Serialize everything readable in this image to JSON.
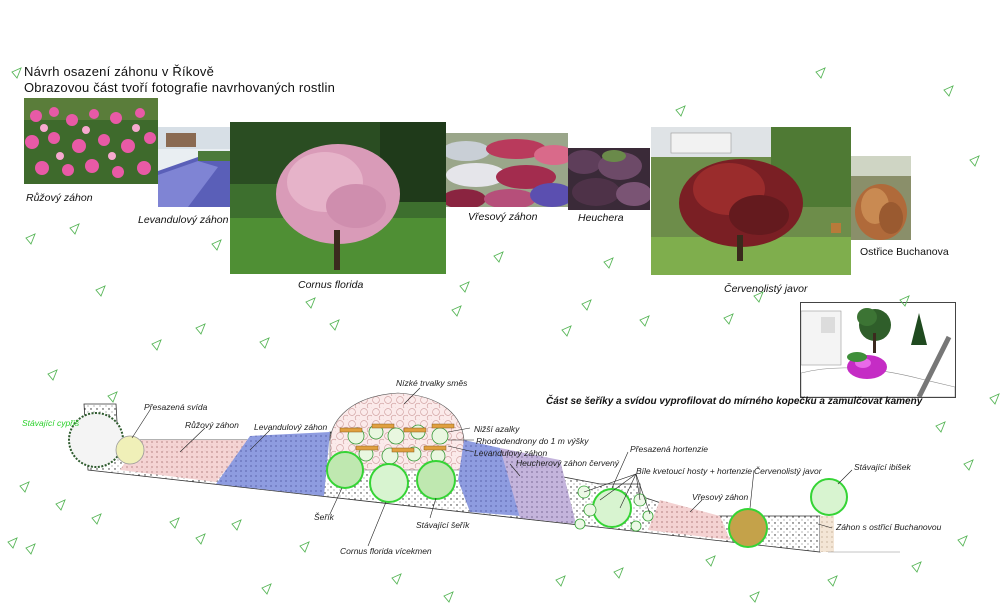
{
  "title": {
    "line1": "Návrh osazení záhonu v Říkově",
    "line2": "Obrazovou část tvoří fotografie navrhovaných rostlin"
  },
  "photos": [
    {
      "key": "ruzovy",
      "caption": "Růžový záhon"
    },
    {
      "key": "levandulovy",
      "caption": "Levandulový záhon"
    },
    {
      "key": "cornus",
      "caption": "Cornus florida"
    },
    {
      "key": "vresovy",
      "caption": "Vřesový záhon"
    },
    {
      "key": "heuchera",
      "caption": "Heuchera"
    },
    {
      "key": "javor",
      "caption": "Červenolistý javor"
    },
    {
      "key": "ostrice",
      "caption": "Ostřice Buchanova"
    }
  ],
  "note": "Část se šeříky a svídou vyprofilovat do mírného kopečku a zamulčovat kameny",
  "plan_labels": {
    "cypris": "Stávající cypřiš",
    "svida": "Přesazená svída",
    "ruzovy": "Růžový záhon",
    "levandulovy1": "Levandulový záhon",
    "trvalky": "Nízké trvalky směs",
    "azalky": "Nižší azalky",
    "rhodo": "Rhododendrony do 1 m výšky",
    "levandulovy2": "Levandulový záhon",
    "heucherovy": "Heucherový záhon červený",
    "hortenzie": "Přesazená hortenzie",
    "hosty": "Bíle kvetoucí hosty + hortenzie",
    "javor": "Červenolistý javor",
    "ibisek": "Stávající ibišek",
    "vresovy": "Vřesový záhon",
    "ostrice": "Záhon s ostřicí Buchanovou",
    "serik": "Šeřík",
    "stav_serik": "Stávající šeřík",
    "cornus": "Cornus florida vícekmen"
  },
  "colors": {
    "lavender": "#7e8fd6",
    "rose": "#f2c6c6",
    "heuchera": "#b9a6d4",
    "shrub_green": "#35d435",
    "cypress": "#2d5a2d",
    "maple": "#c4a24a",
    "hatch": "#222222"
  }
}
